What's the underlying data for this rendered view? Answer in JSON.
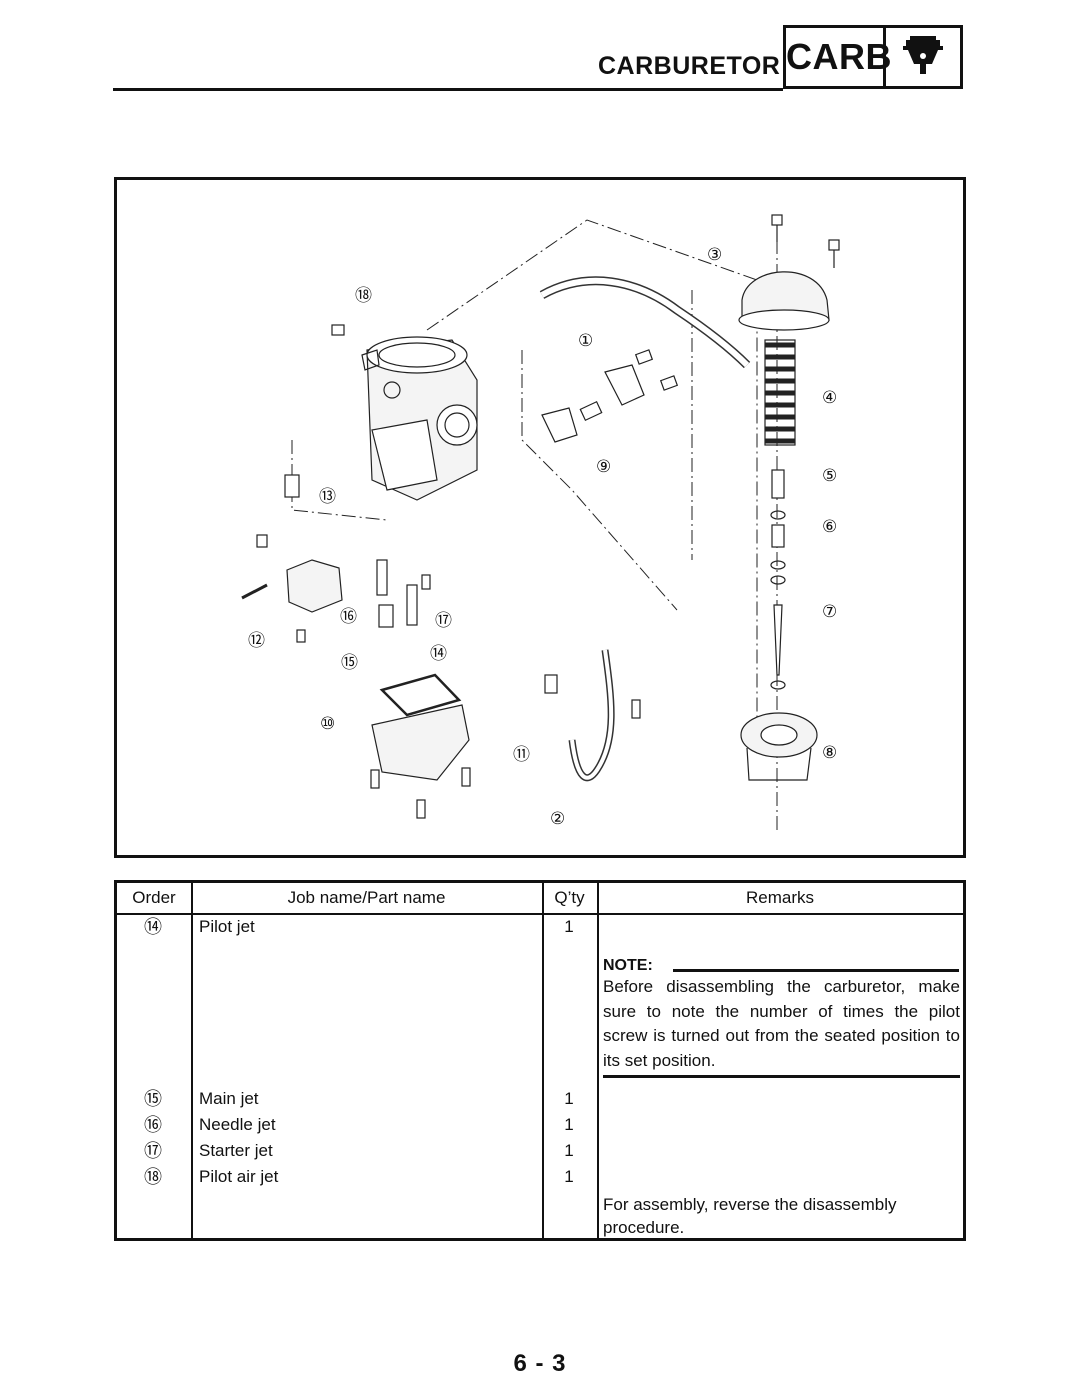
{
  "header": {
    "section_title": "CARBURETOR",
    "section_code": "CARB",
    "section_icon": "carburetor-icon"
  },
  "diagram": {
    "callouts": [
      "①",
      "②",
      "③",
      "④",
      "⑤",
      "⑥",
      "⑦",
      "⑧",
      "⑨",
      "⑩",
      "⑪",
      "⑫",
      "⑬",
      "⑭",
      "⑮",
      "⑯",
      "⑰",
      "⑱"
    ]
  },
  "table": {
    "headers": {
      "order": "Order",
      "part": "Job name/Part name",
      "qty": "Q’ty",
      "remarks": "Remarks"
    },
    "rows": [
      {
        "order": "⑭",
        "part": "Pilot jet",
        "qty": "1"
      },
      {
        "order": "⑮",
        "part": "Main jet",
        "qty": "1"
      },
      {
        "order": "⑯",
        "part": "Needle jet",
        "qty": "1"
      },
      {
        "order": "⑰",
        "part": "Starter jet",
        "qty": "1"
      },
      {
        "order": "⑱",
        "part": "Pilot air jet",
        "qty": "1"
      }
    ],
    "note_label": "NOTE:",
    "note_text": "Before disassembling the carburetor, make sure to note the number of times the pilot screw is turned out from the seated position to its set position.",
    "closing_remark": "For assembly, reverse the disassembly procedure."
  },
  "page_number": "6 - 3"
}
